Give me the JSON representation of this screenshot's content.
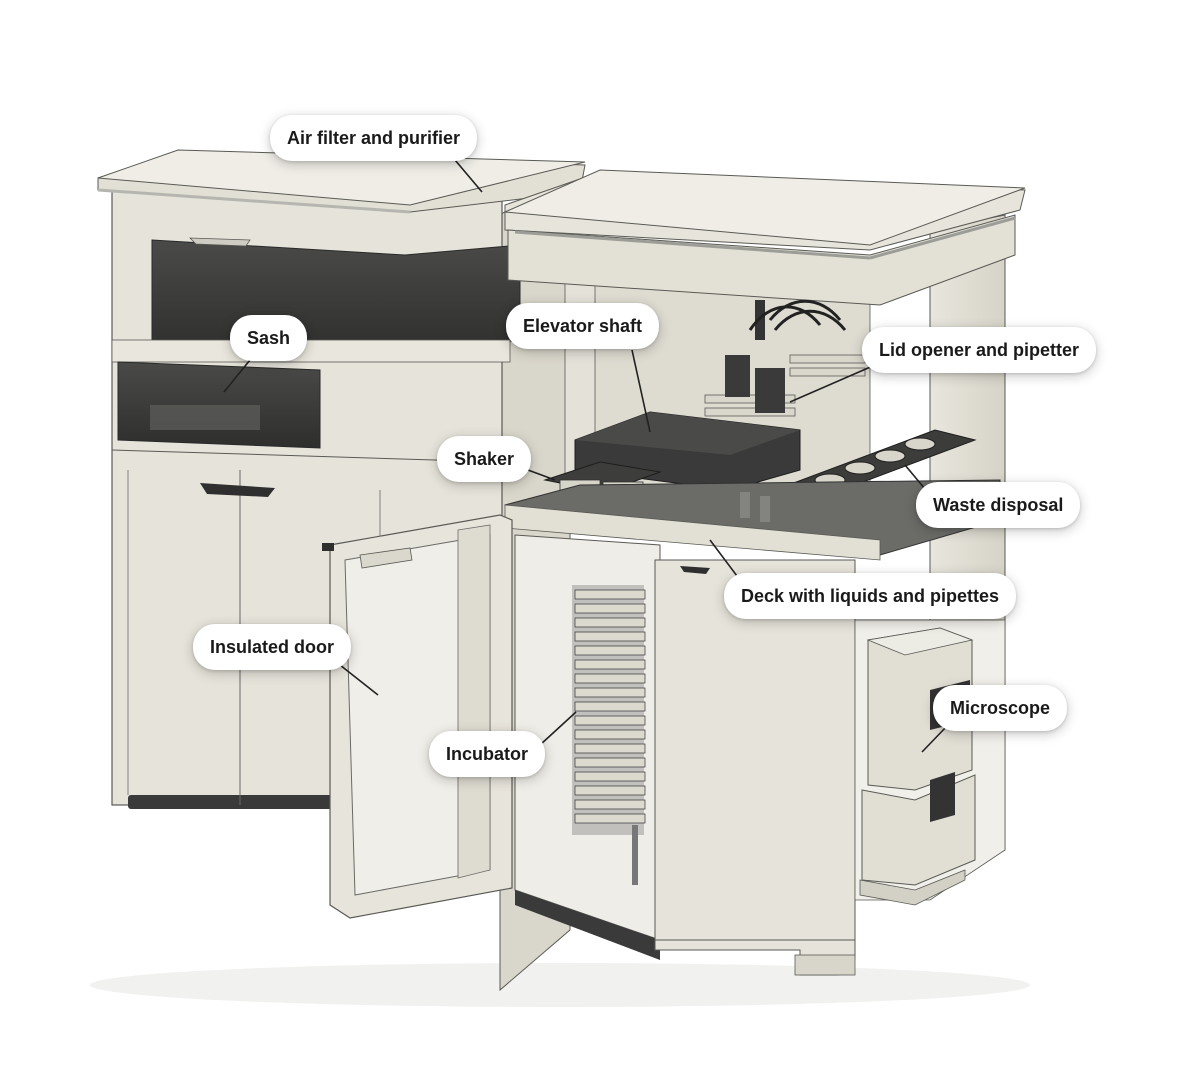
{
  "colors": {
    "body": "#e3e0d6",
    "body_light": "#efede6",
    "body_shadow": "#cfcbc0",
    "outline": "#5a5a55",
    "glass": "#3e3e3e",
    "deck": "#6b6b68",
    "dark": "#2f2f2f"
  },
  "labels": {
    "air_filter": "Air filter and purifier",
    "sash": "Sash",
    "elevator_shaft": "Elevator shaft",
    "lid_opener": "Lid opener and pipetter",
    "shaker": "Shaker",
    "waste_disposal": "Waste disposal",
    "deck": "Deck with liquids and pipettes",
    "insulated_door": "Insulated door",
    "microscope": "Microscope",
    "incubator": "Incubator"
  }
}
